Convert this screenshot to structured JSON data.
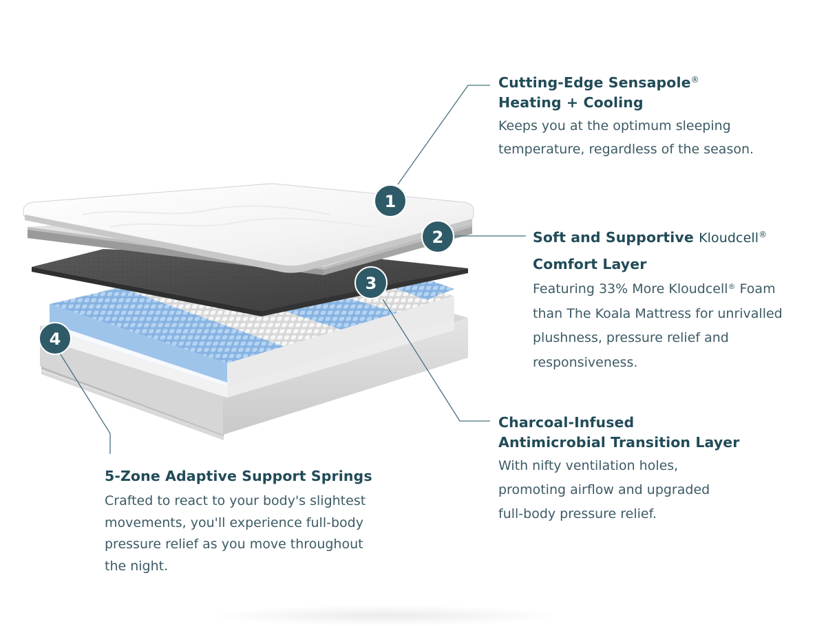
{
  "layers": [
    {
      "number": "1",
      "title_line1": "Cutting-Edge Sensapole",
      "title_line1_mark": "®",
      "title_line2": "Heating + Cooling",
      "desc_line1": "Keeps you at the optimum sleeping",
      "desc_line2": "temperature, regardless of the season."
    },
    {
      "number": "2",
      "title_bold": "Soft and Supportive",
      "title_brand": "Kloudcell",
      "title_brand_mark": "®",
      "title_line2": "Comfort Layer",
      "desc_line1_a": "Featuring 33% More Kloudcell",
      "desc_line1_mark": "®",
      "desc_line1_b": " Foam",
      "desc_line2": "than The Koala Mattress for unrivalled",
      "desc_line3": "plushness, pressure relief and",
      "desc_line4": "responsiveness."
    },
    {
      "number": "3",
      "title_line1": "Charcoal-Infused",
      "title_line2": "Antimicrobial Transition Layer",
      "desc_line1": "With nifty ventilation holes,",
      "desc_line2": "promoting airflow and upgraded",
      "desc_line3": "full-body pressure relief."
    },
    {
      "number": "4",
      "title_line1": "5-Zone Adaptive Support Springs",
      "desc_line1": "Crafted to react to your body's slightest",
      "desc_line2": "movements, you'll experience full-body",
      "desc_line3": "pressure relief as you move throughout",
      "desc_line4": "the night."
    }
  ],
  "colors": {
    "badge": "#2f5a67",
    "heading": "#214b57",
    "body_text": "#3c5a64",
    "leader_line": "#46707c",
    "charcoal_layer": "#4a4a4a",
    "spring_blue": "#8fb9e4",
    "foam_white": "#f3f3f3",
    "base_gray": "#d2d2d2"
  }
}
